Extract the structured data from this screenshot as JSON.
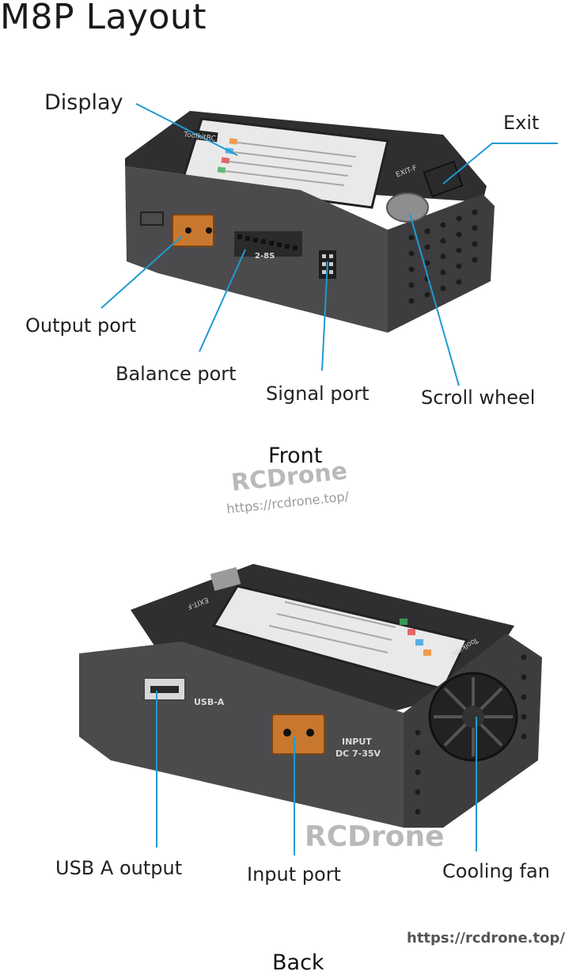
{
  "title": "M8P Layout",
  "front": {
    "section_label": "Front",
    "callouts": {
      "display": "Display",
      "exit": "Exit",
      "output_port": "Output port",
      "balance_port": "Balance port",
      "signal_port": "Signal port",
      "scroll_wheel": "Scroll wheel"
    },
    "device_text": {
      "brand": "ToolkitRC",
      "balance_marking": "2-8S",
      "exit_marking": "EXIT-F"
    }
  },
  "back": {
    "section_label": "Back",
    "callouts": {
      "usb_output": "USB A output",
      "input_port": "Input port",
      "cooling_fan": "Cooling fan"
    },
    "device_text": {
      "usb_marking": "USB-A",
      "input_marking_1": "INPUT",
      "input_marking_2": "DC 7-35V",
      "exit_marking": "EXIT-F",
      "brand": "ToolkitRC"
    }
  },
  "watermarks": {
    "brand": "RCDrone",
    "url": "https://rcdrone.top/"
  },
  "colors": {
    "callout_line": "#1e9bd2",
    "device_body": "#4a4a4c",
    "device_dark": "#2e2e30",
    "connector": "#c8782e",
    "screen": "#e8e8e8"
  }
}
